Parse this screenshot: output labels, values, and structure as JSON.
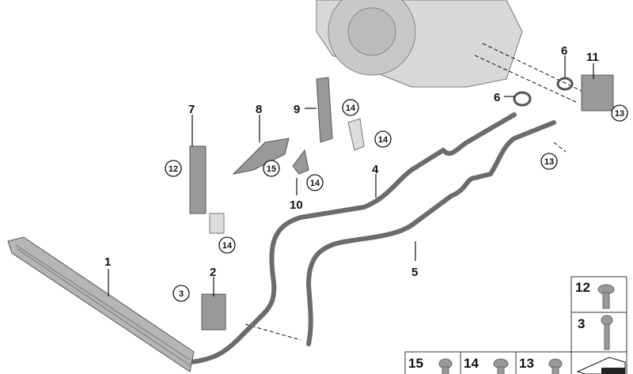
{
  "labels": {
    "p1": "1",
    "p2": "2",
    "p3": "3",
    "p4": "4",
    "p5": "5",
    "p6a": "6",
    "p6b": "6",
    "p7": "7",
    "p8": "8",
    "p9": "9",
    "p10": "10",
    "p11": "11",
    "p12": "12",
    "p13a": "13",
    "p13b": "13",
    "p14a": "14",
    "p14b": "14",
    "p14c": "14",
    "p14d": "14",
    "p15": "15"
  },
  "parts_table": {
    "cells": [
      "12",
      "3",
      "15",
      "14",
      "13"
    ]
  },
  "colors": {
    "part": "#8a8a8a",
    "hose": "#6b6b6b",
    "line": "#111111"
  }
}
